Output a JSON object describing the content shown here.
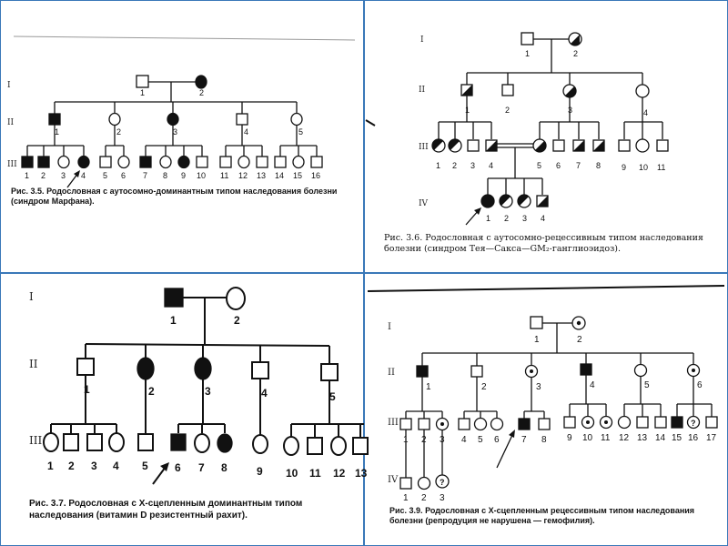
{
  "panels": {
    "tl": {
      "caption_bold": "Рис. 3.5.",
      "caption": " Родословная с аутосомно-доминантным типом наследования болезни (синдром Марфана).",
      "generations": [
        "I",
        "II",
        "III"
      ],
      "gen1_labels": [
        "1",
        "2"
      ],
      "gen2_labels": [
        "1",
        "2",
        "3",
        "4",
        "5"
      ],
      "gen3_labels": [
        "1",
        "2",
        "3",
        "4",
        "5",
        "6",
        "7",
        "8",
        "9",
        "10",
        "11",
        "12",
        "13",
        "14",
        "15",
        "16"
      ]
    },
    "tr": {
      "caption_bold": "Рис. 3.6.",
      "caption": " Родословная с аутосомно-рецессивным типом наследования болезни (синдром Тея—Сакса—GM₂-ганглиоэидоз).",
      "generations": [
        "I",
        "II",
        "III",
        "IV"
      ],
      "gen1_labels": [
        "1",
        "2"
      ],
      "gen2_labels": [
        "1",
        "2",
        "3",
        "4"
      ],
      "gen3_labels": [
        "1",
        "2",
        "3",
        "4",
        "5",
        "6",
        "7",
        "8",
        "9",
        "10",
        "11"
      ],
      "gen4_labels": [
        "1",
        "2",
        "3",
        "4"
      ]
    },
    "bl": {
      "caption_bold": "Рис. 3.7.",
      "caption": " Родословная с Х-сцепленным доминантным типом наследования (витамин D резистентный рахит).",
      "generations": [
        "I",
        "II",
        "III"
      ],
      "gen1_labels": [
        "1",
        "2"
      ],
      "gen2_labels": [
        "1",
        "2",
        "3",
        "4",
        "5"
      ],
      "gen3_labels": [
        "1",
        "2",
        "3",
        "4",
        "5",
        "6",
        "7",
        "8",
        "9",
        "10",
        "11",
        "12",
        "13"
      ]
    },
    "br": {
      "caption_bold": "Рис. 3.9.",
      "caption": " Родословная с Х-сцепленным рецессивным типом наследования болезни (репродуция не нарушена — гемофилия).",
      "generations": [
        "I",
        "II",
        "III",
        "IV"
      ],
      "gen1_labels": [
        "1",
        "2"
      ],
      "gen2_labels": [
        "1",
        "2",
        "3",
        "4",
        "5",
        "6"
      ],
      "gen3_labels": [
        "1",
        "2",
        "3",
        "4",
        "5",
        "6",
        "7",
        "8",
        "9",
        "10",
        "11",
        "12",
        "13",
        "14",
        "15",
        "16",
        "17"
      ],
      "gen4_labels": [
        "1",
        "2",
        "3"
      ],
      "unknown_mark": "?"
    }
  },
  "colors": {
    "separator": "#3a78b8",
    "ink": "#111111"
  }
}
